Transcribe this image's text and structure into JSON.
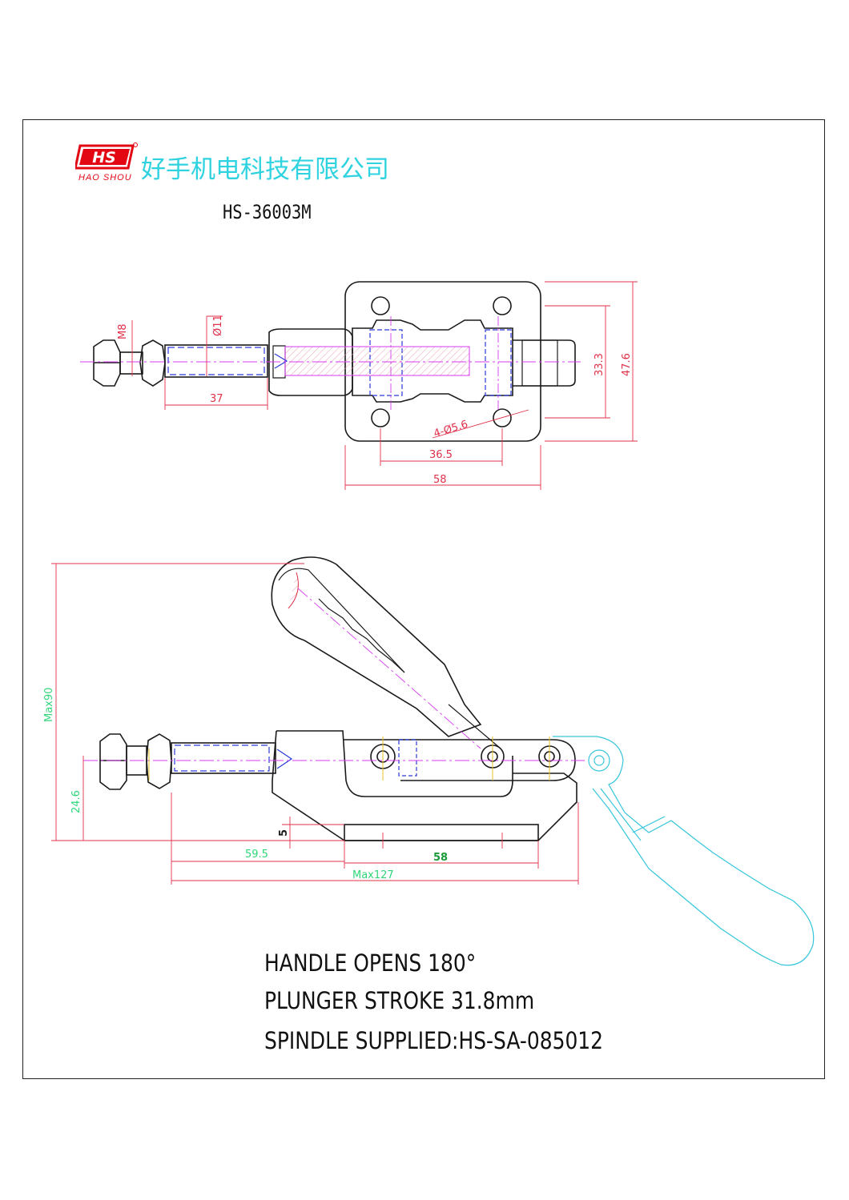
{
  "header": {
    "brand_mark": "HS",
    "brand_name": "HAO SHOU",
    "company_name": "好手机电科技有限公司",
    "model": "HS-36003M"
  },
  "top_view_dims": {
    "m8": "M8",
    "d11": "Ø11",
    "len37": "37",
    "h33": "33.3",
    "h47": "47.6",
    "holes": "4-Ø5.6",
    "w36": "36.5",
    "w58": "58"
  },
  "side_view_dims": {
    "max90": "Max90",
    "h24": "24.6",
    "t5": "5",
    "l59": "59.5",
    "l58": "58",
    "max127": "Max127"
  },
  "notes": [
    "HANDLE OPENS 180°",
    "PLUNGER STROKE 31.8mm",
    "SPINDLE SUPPLIED:HS-SA-085012"
  ],
  "colors": {
    "outline": "#1a1a1a",
    "dimension": "#e0304a",
    "dimension_alt": "#2fd77a",
    "hidden": "#2a3bd8",
    "center": "#d63af0",
    "phantom": "#36c6dc",
    "brand": "#e30613"
  }
}
